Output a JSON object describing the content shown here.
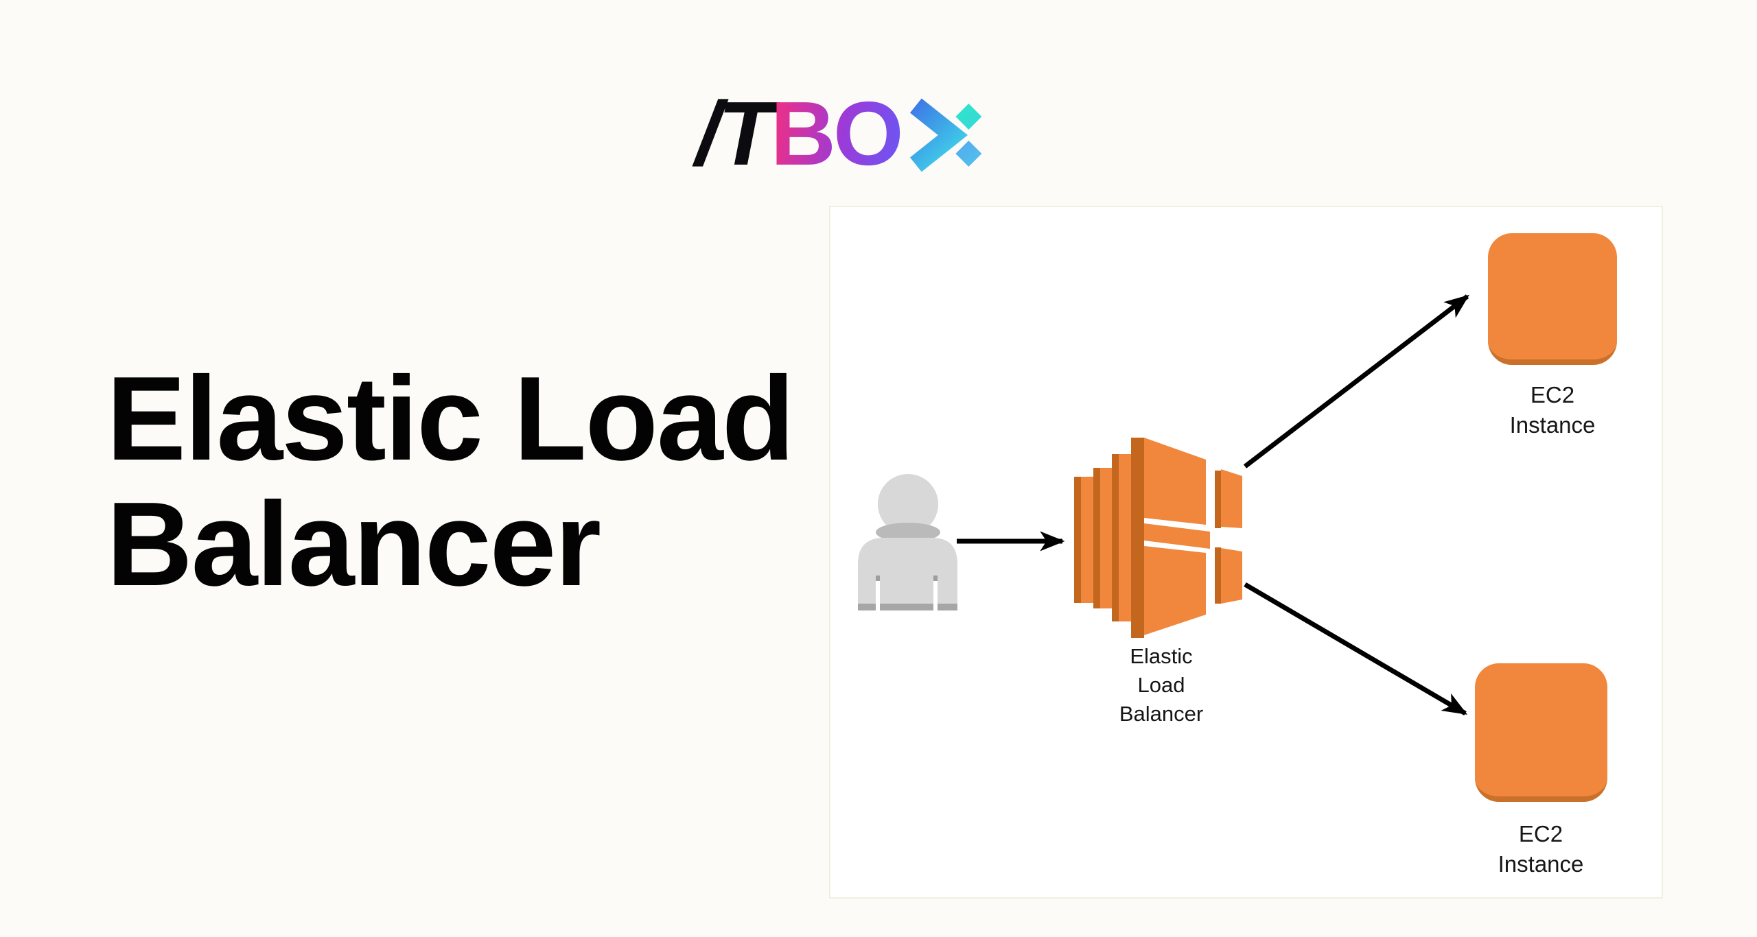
{
  "page": {
    "background": "#FCFBF7",
    "canvas_background": "#FFFFFF",
    "canvas_border": "#F2EEE0"
  },
  "logo": {
    "black_part": "/T",
    "gradient_part": "BO",
    "x_mark": "chevron-with-two-diamonds",
    "colors": {
      "black": "#0B0B10",
      "pink": "#E8308A",
      "purple": "#6E55F2",
      "chevron_blue": "#3D7BE6",
      "chevron_cyan": "#3FC9E8",
      "diamond_teal": "#2FE5C9",
      "diamond_sky": "#4FB9EC"
    }
  },
  "title": {
    "text": "Elastic Load\nBalancer"
  },
  "diagram": {
    "elb_label": "Elastic\nLoad\nBalancer",
    "ec2_top_label": "EC2\nInstance",
    "ec2_bottom_label": "EC2\nInstance",
    "icons": {
      "user": "user-silhouette",
      "elb": "aws-elastic-load-balancer",
      "ec2": "aws-ec2-instance",
      "arrows": "black-solid-arrows"
    },
    "colors": {
      "aws_orange": "#F0873C",
      "aws_orange_dark": "#C3661E",
      "ec2_bottom_edge": "#C9702B",
      "user_gray": "#D8D8D8",
      "user_gray_dark": "#A6A6A6",
      "arrow_black": "#000000"
    }
  }
}
